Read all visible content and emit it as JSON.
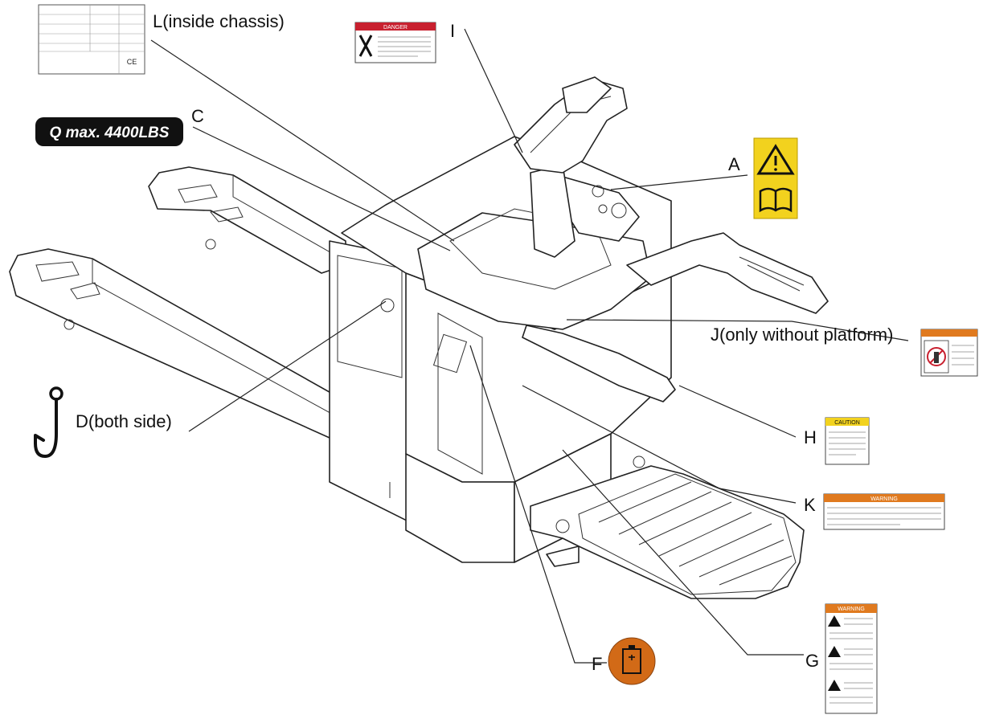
{
  "callouts": {
    "a": "A",
    "c": "C",
    "d": "D(both side)",
    "f": "F",
    "g": "G",
    "h": "H",
    "i": "I",
    "j": "J(only without platform)",
    "k": "K",
    "l": "L(inside chassis)"
  },
  "capacity_decal": "Q max. 4400LBS",
  "decals": {
    "danger_header": "DANGER",
    "caution_header": "CAUTION",
    "warning_header": "WARNING",
    "ce_mark": "CE"
  },
  "colors": {
    "danger_red": "#c8202f",
    "caution_yellow": "#f2d21e",
    "warning_orange": "#e07a1f",
    "badge_orange": "#d26a17",
    "capacity_black": "#111111"
  },
  "icons": {
    "a": [
      "warning-triangle-icon",
      "manual-book-icon"
    ],
    "d": "hook-icon",
    "f": "battery-icon"
  }
}
